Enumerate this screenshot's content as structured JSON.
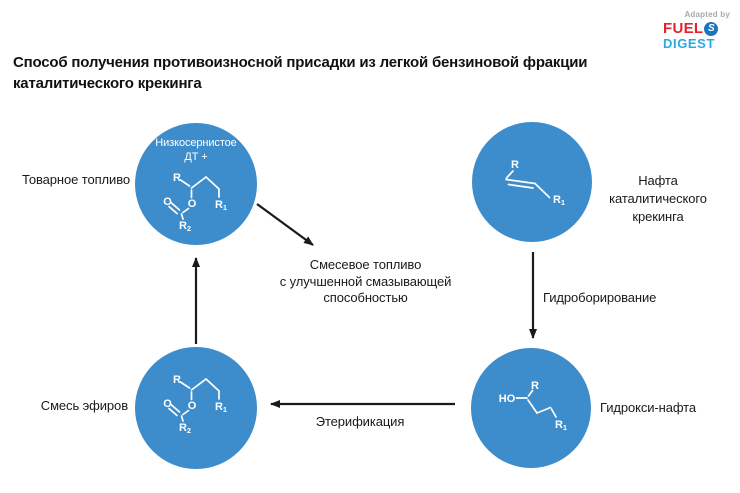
{
  "title": {
    "line1": "Способ получения противоизносной присадки из легкой бензиновой фракции",
    "line2": "каталитического крекинга"
  },
  "logo": {
    "adapted_by": "Adapted by",
    "fuel": "FUEL",
    "s": "S",
    "digest": "DIGEST"
  },
  "colors": {
    "circle_blue": "#3d8ccb",
    "arrow_black": "#1a1a1a",
    "fuel_red": "#e1252b",
    "digest_light_blue": "#29abe2",
    "adapted_gray": "#a7a9ac",
    "s_circle_blue": "#1b75bc",
    "structure_white": "#ffffff"
  },
  "nodes": {
    "top_left": {
      "outer_label": "Товарное топливо",
      "inner_line1": "Низкосернистое",
      "inner_line2": "ДТ +",
      "structure": "ester R-CH(O-C(=O)R2)-CH2-CH2-R1"
    },
    "top_right": {
      "outer_label_lines": [
        "Нафта",
        "каталитического",
        "крекинга"
      ],
      "structure": "alkene R-CH=CH-CH2-R1"
    },
    "bottom_right": {
      "outer_label": "Гидрокси-нафта",
      "structure": "HO-CH(R)-CH2-CH2-R1"
    },
    "bottom_left": {
      "outer_label": "Смесь эфиров",
      "structure": "ester R-CH(O-C(=O)R2)-CH2-CH2-R1"
    }
  },
  "arrows": {
    "hydroboration_label": "Гидроборирование",
    "esterification_label": "Этерификация"
  },
  "product": {
    "lines": [
      "Смесевое топливо",
      "с улучшенной смазывающей",
      "способностью"
    ]
  },
  "chem": {
    "r": "R",
    "sub1": "1",
    "sub2": "2",
    "o": "O",
    "ho": "HO"
  }
}
